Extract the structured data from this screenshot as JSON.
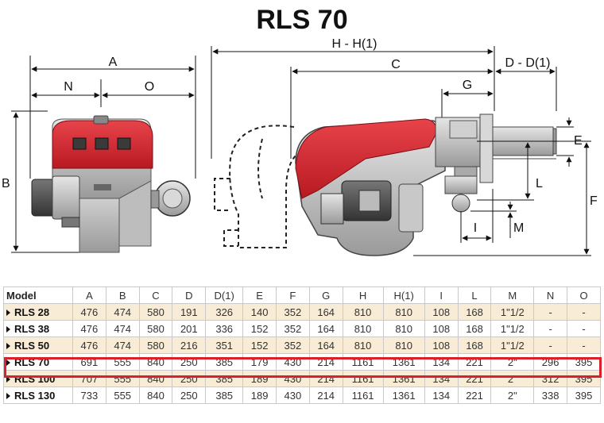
{
  "title": "RLS 70",
  "dimension_labels": {
    "A": "A",
    "N": "N",
    "O": "O",
    "B": "B",
    "H": "H - H(1)",
    "C": "C",
    "D": "D - D(1)",
    "G": "G",
    "E": "E",
    "F": "F",
    "L": "L",
    "I": "I",
    "M": "M"
  },
  "table": {
    "headers": [
      "Model",
      "A",
      "B",
      "C",
      "D",
      "D(1)",
      "E",
      "F",
      "G",
      "H",
      "H(1)",
      "I",
      "L",
      "M",
      "N",
      "O"
    ],
    "rows": [
      {
        "model": "RLS 28",
        "values": [
          "476",
          "474",
          "580",
          "191",
          "326",
          "140",
          "352",
          "164",
          "810",
          "810",
          "108",
          "168",
          "1\"1/2",
          "-",
          "-"
        ]
      },
      {
        "model": "RLS 38",
        "values": [
          "476",
          "474",
          "580",
          "201",
          "336",
          "152",
          "352",
          "164",
          "810",
          "810",
          "108",
          "168",
          "1\"1/2",
          "-",
          "-"
        ]
      },
      {
        "model": "RLS 50",
        "values": [
          "476",
          "474",
          "580",
          "216",
          "351",
          "152",
          "352",
          "164",
          "810",
          "810",
          "108",
          "168",
          "1\"1/2",
          "-",
          "-"
        ]
      },
      {
        "model": "RLS 70",
        "values": [
          "691",
          "555",
          "840",
          "250",
          "385",
          "179",
          "430",
          "214",
          "1161",
          "1361",
          "134",
          "221",
          "2\"",
          "296",
          "395"
        ]
      },
      {
        "model": "RLS 100",
        "values": [
          "707",
          "555",
          "840",
          "250",
          "385",
          "189",
          "430",
          "214",
          "1161",
          "1361",
          "134",
          "221",
          "2\"",
          "312",
          "395"
        ]
      },
      {
        "model": "RLS 130",
        "values": [
          "733",
          "555",
          "840",
          "250",
          "385",
          "189",
          "430",
          "214",
          "1161",
          "1361",
          "134",
          "221",
          "2\"",
          "338",
          "395"
        ]
      }
    ],
    "highlighted_model": "RLS 70"
  },
  "colors": {
    "body_red": "#d8212a",
    "highlight": "#d8212a",
    "row_tint": "#f8ecd6"
  }
}
